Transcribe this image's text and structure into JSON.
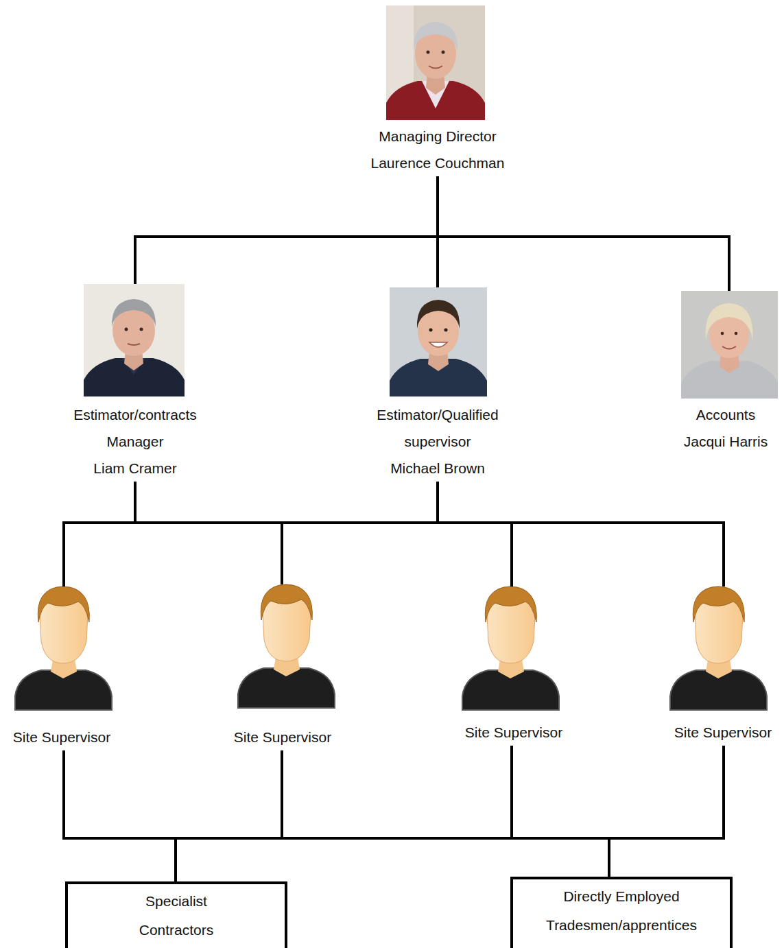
{
  "diagram": {
    "nodes": [
      {
        "text": [
          "Managing Director",
          "Laurence Couchman"
        ]
      },
      {
        "text": [
          "Estimator/contracts Manager",
          "Liam Cramer"
        ]
      },
      {
        "text": [
          "Estimator/Qualified supervisor",
          "Michael Brown"
        ]
      },
      {
        "text": [
          "Accounts",
          "Jacqui Harris"
        ]
      },
      {
        "text": [
          "Site Supervisor"
        ]
      },
      {
        "text": [
          "Site Supervisor"
        ]
      },
      {
        "text": [
          "Site Supervisor"
        ]
      },
      {
        "text": [
          "Site Supervisor"
        ]
      },
      {
        "text": [
          "Specialist Contractors"
        ]
      },
      {
        "text": [
          "Directly Employed Tradesmen/apprentices"
        ]
      }
    ],
    "edges": [
      {
        "from": 0,
        "to": 1,
        "arrow": "none"
      },
      {
        "from": 0,
        "to": 2,
        "arrow": "none"
      },
      {
        "from": 0,
        "to": 3,
        "arrow": "none"
      },
      {
        "from": 1,
        "to": 4,
        "arrow": "none"
      },
      {
        "from": 1,
        "to": 5,
        "arrow": "none"
      },
      {
        "from": 1,
        "to": 6,
        "arrow": "none"
      },
      {
        "from": 1,
        "to": 7,
        "arrow": "none"
      },
      {
        "from": 2,
        "to": 4,
        "arrow": "none"
      },
      {
        "from": 2,
        "to": 5,
        "arrow": "none"
      },
      {
        "from": 2,
        "to": 6,
        "arrow": "none"
      },
      {
        "from": 2,
        "to": 7,
        "arrow": "none"
      },
      {
        "from": 4,
        "to": 8,
        "arrow": "none"
      },
      {
        "from": 5,
        "to": 8,
        "arrow": "none"
      },
      {
        "from": 6,
        "to": 8,
        "arrow": "none"
      },
      {
        "from": 7,
        "to": 8,
        "arrow": "none"
      },
      {
        "from": 4,
        "to": 9,
        "arrow": "none"
      },
      {
        "from": 5,
        "to": 9,
        "arrow": "none"
      },
      {
        "from": 6,
        "to": 9,
        "arrow": "none"
      },
      {
        "from": 7,
        "to": 9,
        "arrow": "none"
      }
    ]
  }
}
